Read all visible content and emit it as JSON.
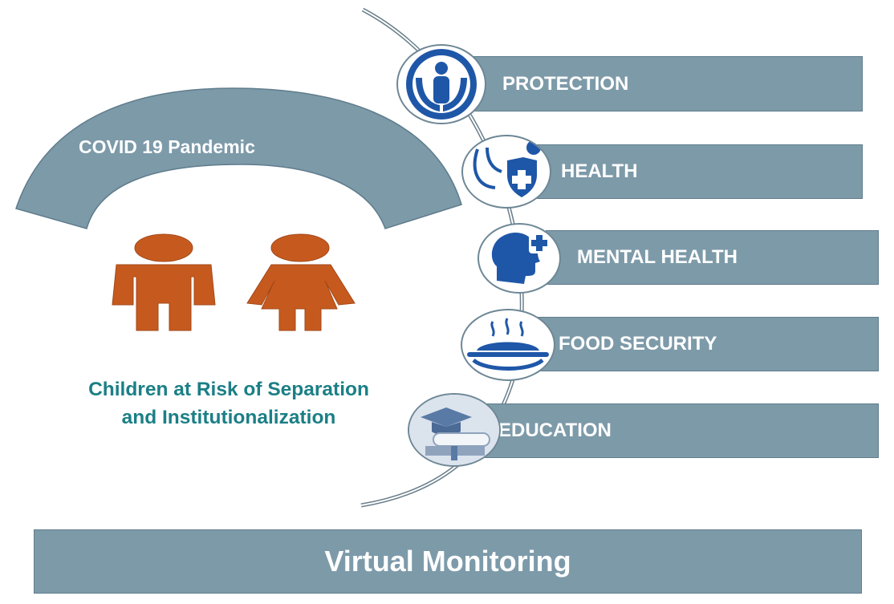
{
  "arc": {
    "label": "COVID 19 Pandemic"
  },
  "children": {
    "line1": "Children at Risk of Separation",
    "line2": "and Institutionalization"
  },
  "areas": [
    {
      "label": "PROTECTION",
      "icon": "protection-hands-icon"
    },
    {
      "label": "HEALTH",
      "icon": "stethoscope-shield-icon"
    },
    {
      "label": "MENTAL HEALTH",
      "icon": "head-cross-icon"
    },
    {
      "label": "FOOD SECURITY",
      "icon": "hot-plate-icon"
    },
    {
      "label": "EDUCATION",
      "icon": "graduation-books-icon"
    }
  ],
  "footer": {
    "label": "Virtual Monitoring"
  },
  "colors": {
    "bar": "#7d9aa9",
    "accent_text": "#1b7f86",
    "figures": "#c65a1e",
    "icon_blue": "#1f57a8"
  }
}
